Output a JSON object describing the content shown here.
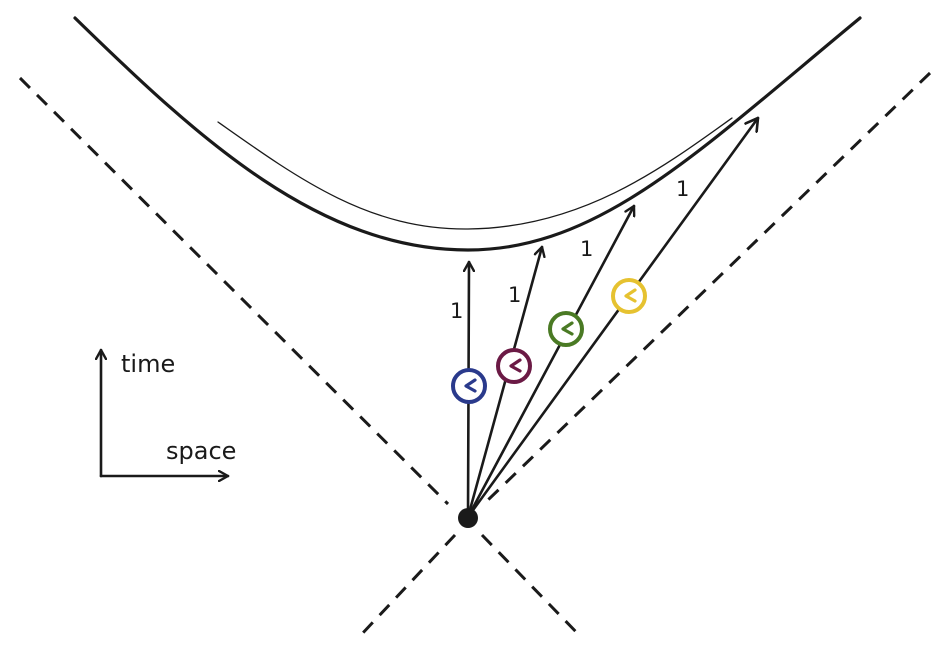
{
  "axes": {
    "time_label": "time",
    "space_label": "space"
  },
  "arrows": [
    {
      "label": "1",
      "clock_color": "#2a3a8c"
    },
    {
      "label": "1",
      "clock_color": "#6b1a45"
    },
    {
      "label": "1",
      "clock_color": "#4a7a24"
    },
    {
      "label": "1",
      "clock_color": "#e6c230"
    }
  ],
  "colors": {
    "ink": "#1a1a1a"
  }
}
